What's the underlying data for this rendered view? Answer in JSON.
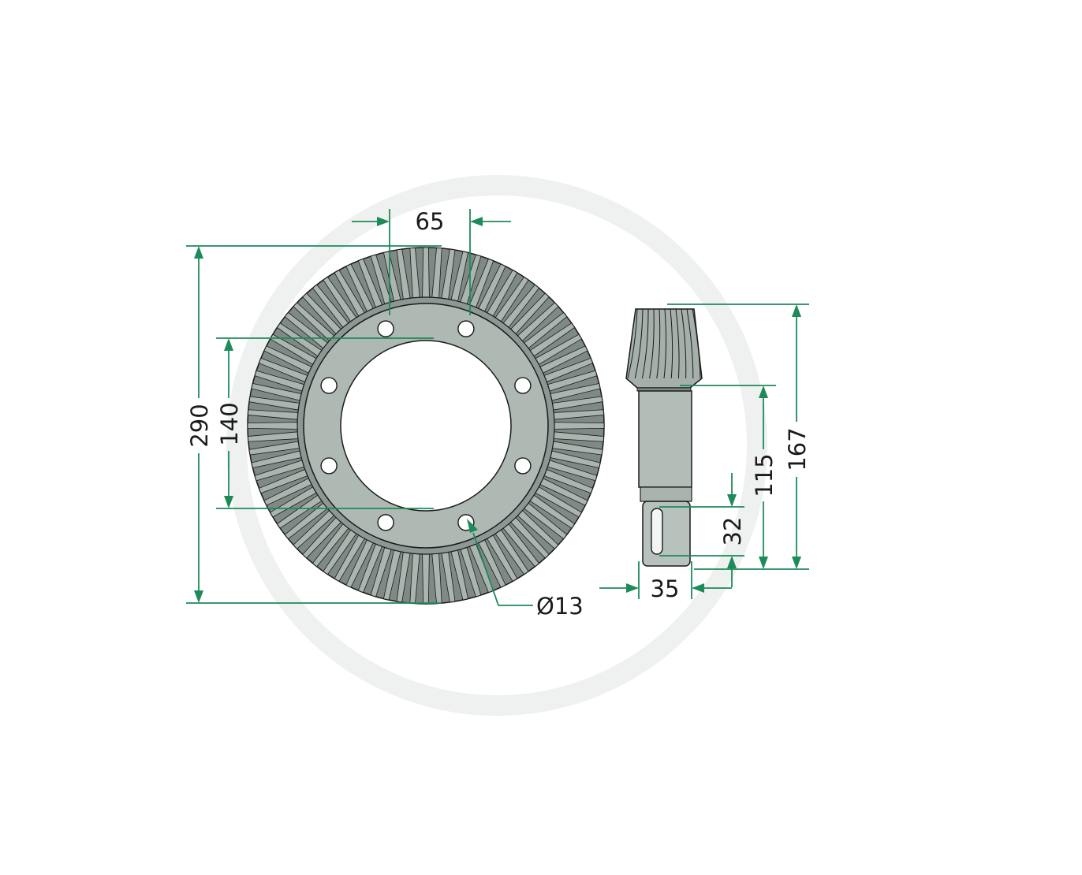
{
  "colors": {
    "dimension": "#1d8a5a",
    "gear_face": "#aeb9b4",
    "gear_teeth_dark": "#5c6663",
    "gear_teeth_light": "#aab5b0",
    "outline": "#1a1a1a",
    "watermark": "#eef1ef",
    "background": "#ffffff"
  },
  "dimensions": {
    "hole_spacing": "65",
    "outer_diameter": "290",
    "bore_diameter": "140",
    "hole_diameter": "Ø13",
    "pinion_length": "167",
    "shaft_length": "115",
    "key_length": "32",
    "shaft_diameter": "35"
  },
  "ring_gear": {
    "bolt_hole_count": 8,
    "tooth_count": 84
  },
  "pinion": {
    "tooth_count": 11
  }
}
